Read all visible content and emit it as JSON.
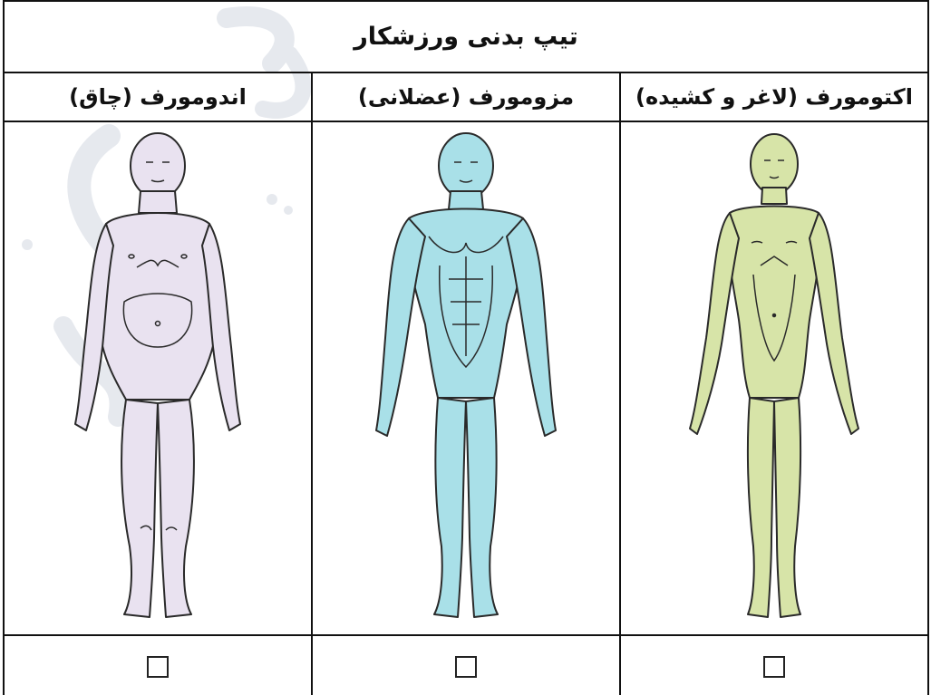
{
  "table": {
    "title": "تیپ بدنی ورزشکار",
    "columns": [
      {
        "label": "اکتومورف (لاغر و کشیده)",
        "body_color": "#d7e4a8",
        "icon": "ectomorph-body-figure"
      },
      {
        "label": "مزومورف (عضلانی)",
        "body_color": "#a9e0e8",
        "icon": "mesomorph-body-figure"
      },
      {
        "label": "اندومورف (چاق)",
        "body_color": "#e9e2f0",
        "icon": "endomorph-body-figure"
      }
    ],
    "checkbox_state": [
      false,
      false,
      false
    ]
  },
  "colors": {
    "border": "#111111",
    "watermark": "#e4e7ed",
    "outline": "#2a2a2a"
  }
}
